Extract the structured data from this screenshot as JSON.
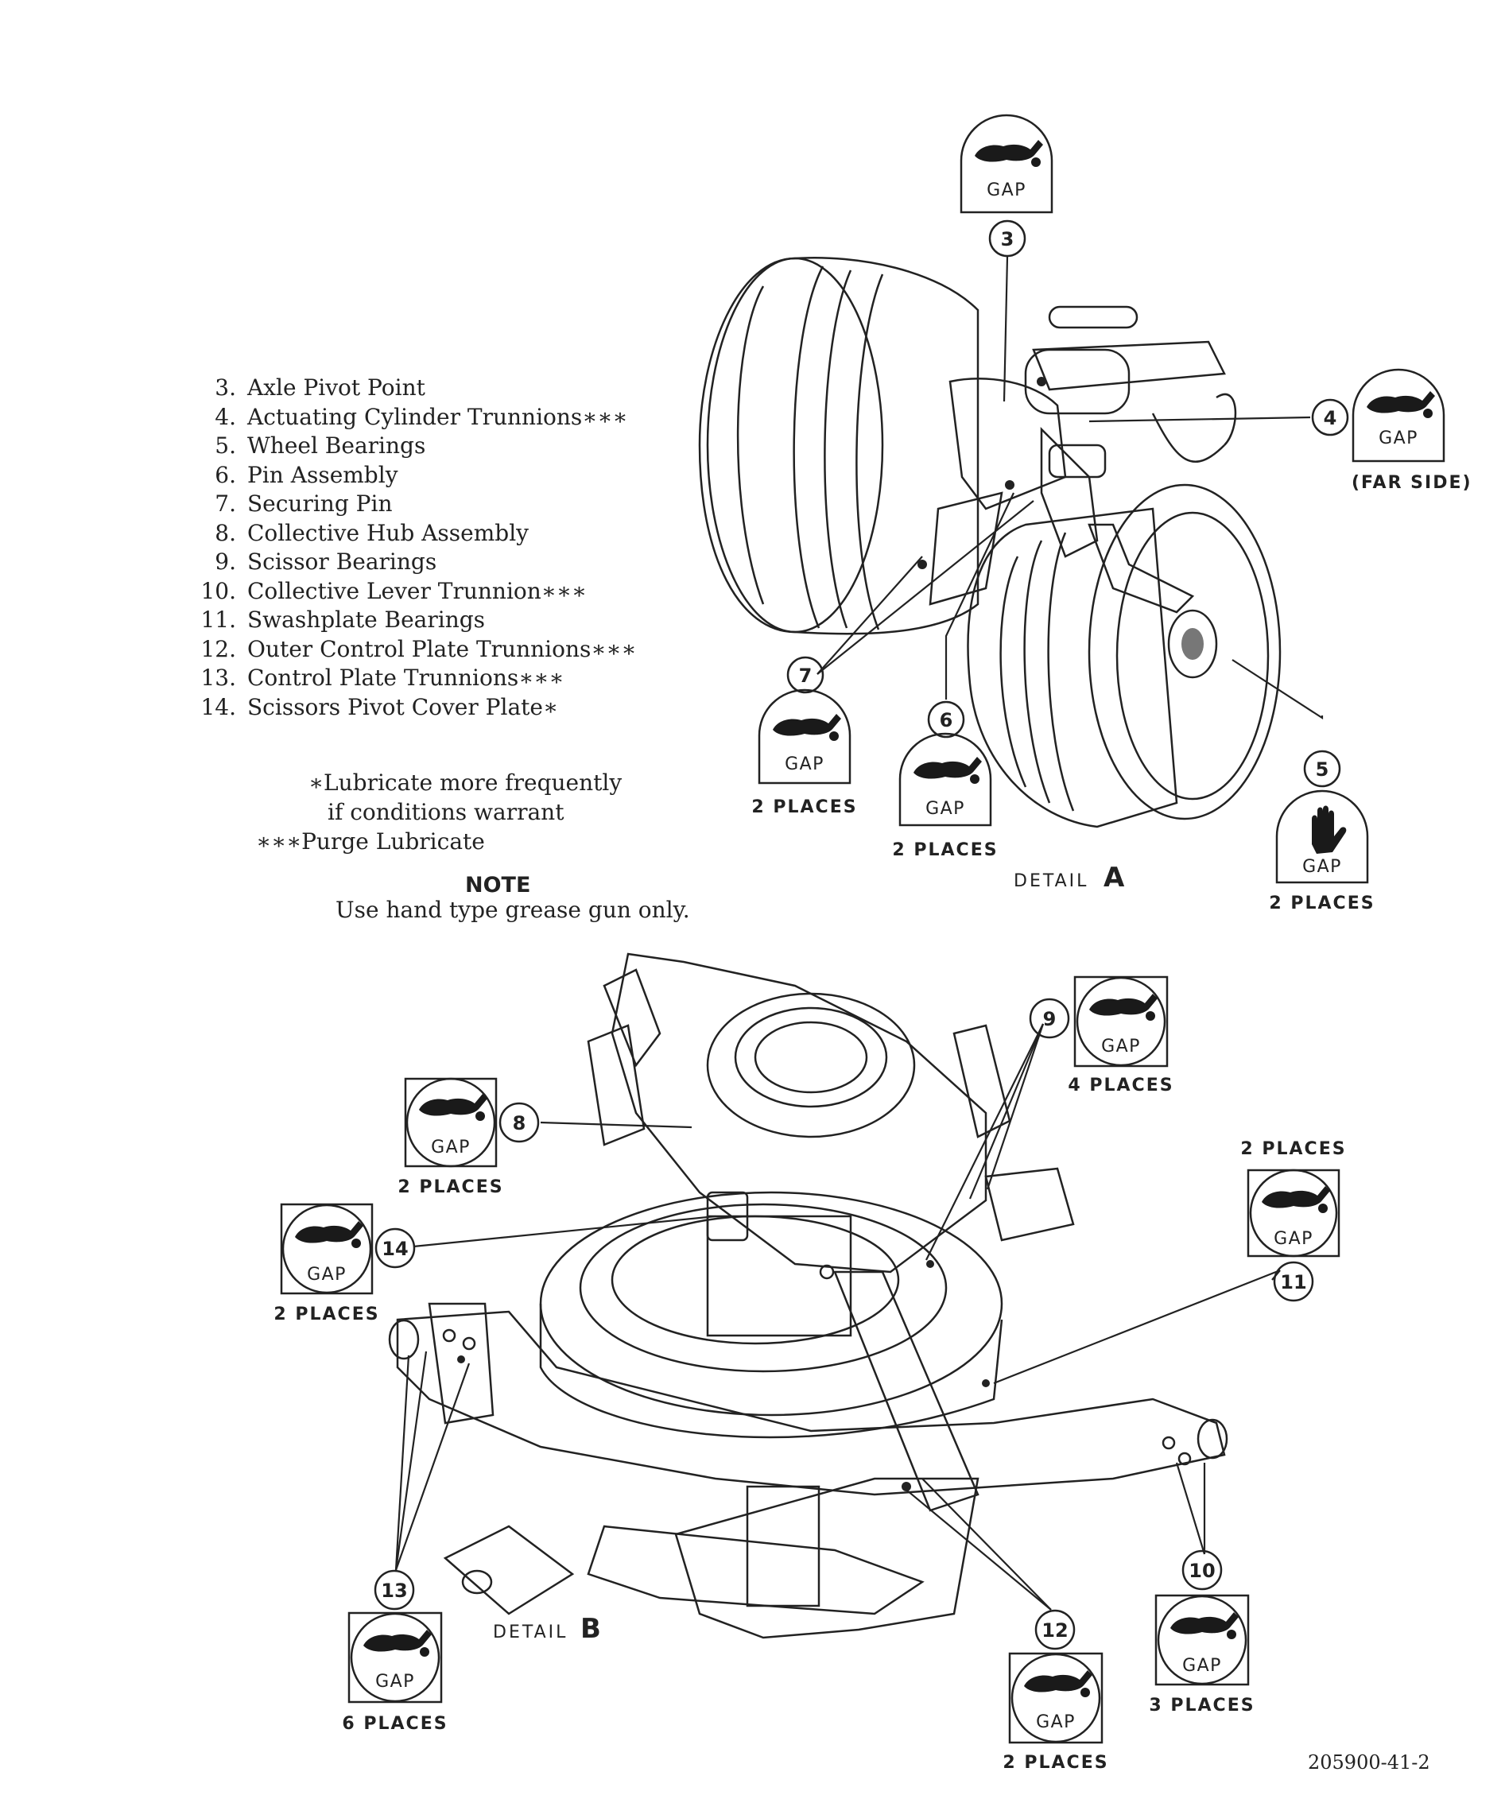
{
  "legend": [
    {
      "num": "3.",
      "text": "Axle Pivot Point"
    },
    {
      "num": "4.",
      "text": "Actuating Cylinder Trunnions∗∗∗"
    },
    {
      "num": "5.",
      "text": "Wheel Bearings"
    },
    {
      "num": "6.",
      "text": "Pin Assembly"
    },
    {
      "num": "7.",
      "text": "Securing Pin"
    },
    {
      "num": "8.",
      "text": "Collective Hub Assembly"
    },
    {
      "num": "9.",
      "text": "Scissor Bearings"
    },
    {
      "num": "10.",
      "text": "Collective Lever Trunnion∗∗∗"
    },
    {
      "num": "11.",
      "text": "Swashplate Bearings"
    },
    {
      "num": "12.",
      "text": "Outer Control Plate Trunnions∗∗∗"
    },
    {
      "num": "13.",
      "text": "Control Plate Trunnions∗∗∗"
    },
    {
      "num": "14.",
      "text": "Scissors Pivot Cover Plate∗"
    }
  ],
  "footnotes": {
    "single_line1": "∗Lubricate more frequently",
    "single_line2": "if conditions warrant",
    "triple": "∗∗∗Purge Lubricate"
  },
  "note": {
    "title": "NOTE",
    "text": "Use hand type grease gun only."
  },
  "detail_a": {
    "prefix": "DETAIL",
    "letter": "A"
  },
  "detail_b": {
    "prefix": "DETAIL",
    "letter": "B"
  },
  "callouts": {
    "c3": {
      "num": "3",
      "lube": "GAP"
    },
    "c4": {
      "num": "4",
      "lube": "GAP",
      "places": "(FAR SIDE)"
    },
    "c5": {
      "num": "5",
      "lube": "GAP",
      "places": "2 PLACES"
    },
    "c6": {
      "num": "6",
      "lube": "GAP",
      "places": "2 PLACES"
    },
    "c7": {
      "num": "7",
      "lube": "GAP",
      "places": "2 PLACES"
    },
    "c8": {
      "num": "8",
      "lube": "GAP",
      "places": "2 PLACES"
    },
    "c9": {
      "num": "9",
      "lube": "GAP",
      "places": "4 PLACES"
    },
    "c10": {
      "num": "10",
      "lube": "GAP",
      "places": "3 PLACES"
    },
    "c11": {
      "num": "11",
      "lube": "GAP",
      "places": "2 PLACES"
    },
    "c12": {
      "num": "12",
      "lube": "GAP",
      "places": "2 PLACES"
    },
    "c13": {
      "num": "13",
      "lube": "GAP",
      "places": "6 PLACES"
    },
    "c14": {
      "num": "14",
      "lube": "GAP",
      "places": "2 PLACES"
    }
  },
  "drawing_id": "205900-41-2",
  "icons": {
    "grease_gun": "grease-gun-icon",
    "hand": "hand-icon"
  }
}
